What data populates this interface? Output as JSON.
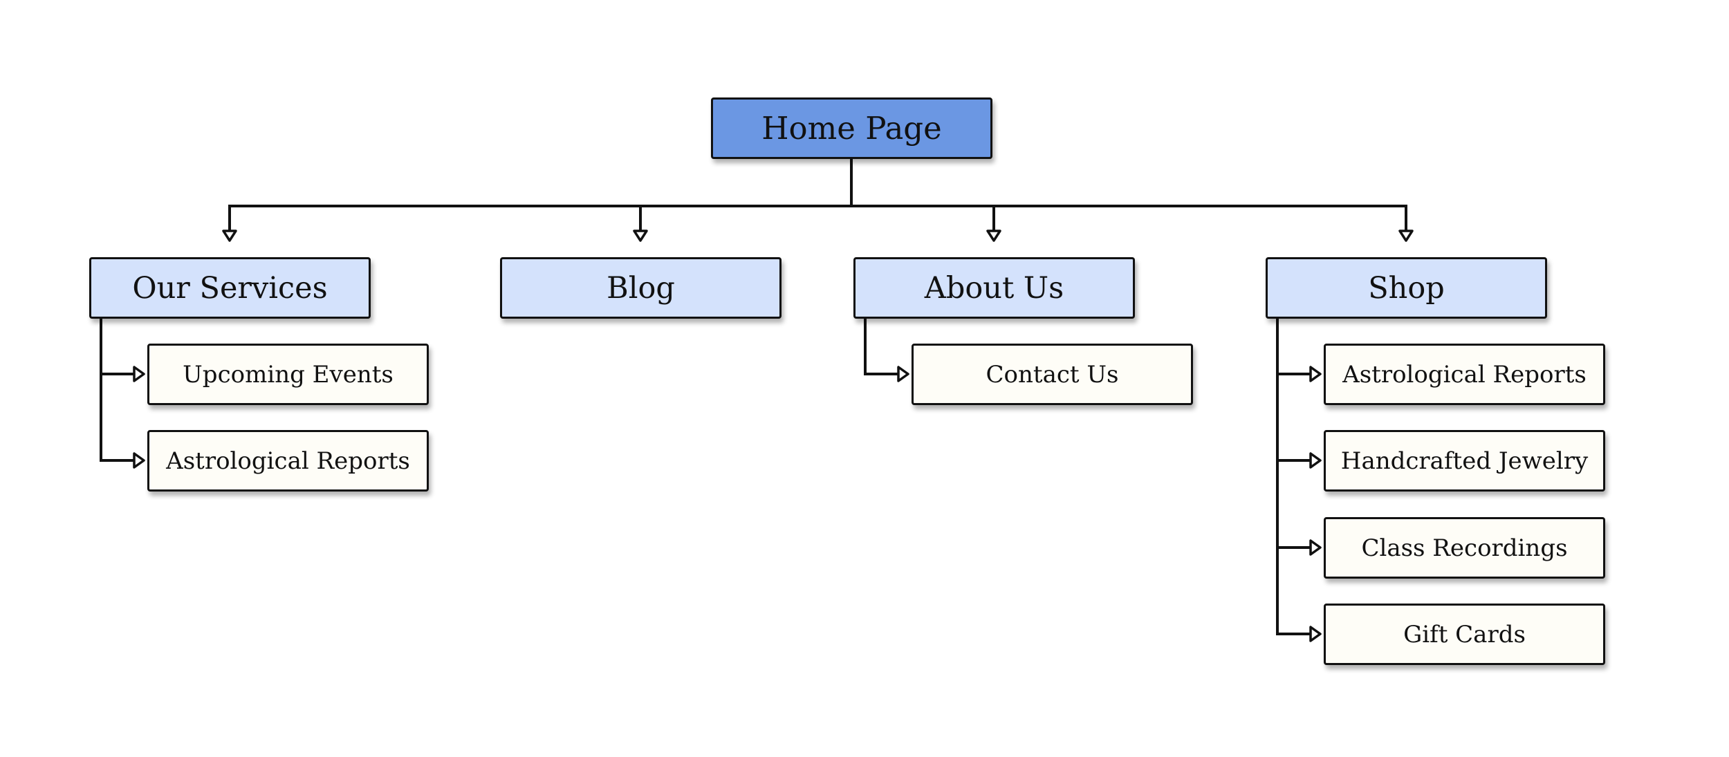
{
  "colors": {
    "root_fill": "#6b97e3",
    "section_fill": "#d4e2fc",
    "page_fill": "#fefdf7",
    "line": "#111111"
  },
  "sitemap": {
    "root": {
      "label": "Home Page"
    },
    "sections": [
      {
        "label": "Our Services",
        "children": [
          "Upcoming Events",
          "Astrological Reports"
        ]
      },
      {
        "label": "Blog",
        "children": []
      },
      {
        "label": "About Us",
        "children": [
          "Contact Us"
        ]
      },
      {
        "label": "Shop",
        "children": [
          "Astrological Reports",
          "Handcrafted Jewelry",
          "Class Recordings",
          "Gift Cards"
        ]
      }
    ]
  }
}
